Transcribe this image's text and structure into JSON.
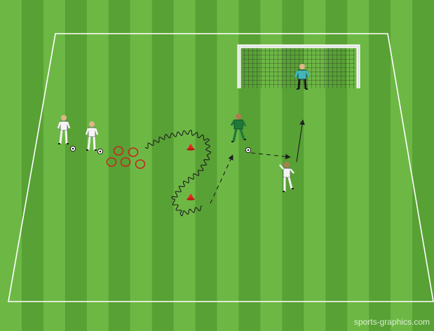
{
  "watermark": "sports-graphics.com",
  "colors": {
    "stripe_light": "#6db845",
    "stripe_dark": "#58a135",
    "lines": "#ffffff",
    "cone": "#e8261f",
    "hoop": "#c6281e",
    "keeper_kit": "#3fb7b9",
    "defender_kit": "#1f7a3a",
    "attacker_kit": "#f4f4f4",
    "path": "#1e1e1e"
  },
  "elements": {
    "attackers_waiting": 2,
    "balls": 3,
    "hoops": 5,
    "cones": 2
  }
}
